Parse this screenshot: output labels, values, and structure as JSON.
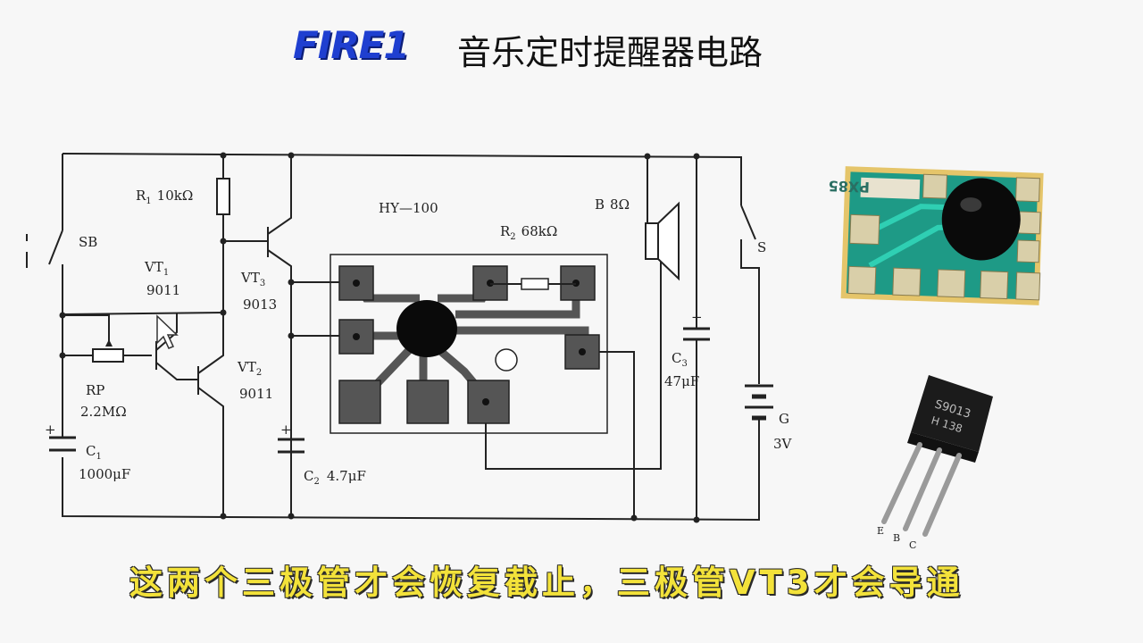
{
  "header": {
    "brand": "FIRE1",
    "title": "音乐定时提醒器电路"
  },
  "circuit": {
    "module": "HY—100",
    "sb": "SB",
    "s": "S",
    "r1": {
      "name": "R",
      "sub": "1",
      "value": "10kΩ"
    },
    "r2": {
      "name": "R",
      "sub": "2",
      "value": "68kΩ"
    },
    "vt1": {
      "name": "VT",
      "sub": "1",
      "model": "9011"
    },
    "vt2": {
      "name": "VT",
      "sub": "2",
      "model": "9011"
    },
    "vt3": {
      "name": "VT",
      "sub": "3",
      "model": "9013"
    },
    "rp": {
      "name": "RP",
      "value": "2.2MΩ"
    },
    "c1": {
      "name": "C",
      "sub": "1",
      "value": "1000μF"
    },
    "c2": {
      "name": "C",
      "sub": "2",
      "value": "4.7μF"
    },
    "c3": {
      "name": "C",
      "sub": "3",
      "value": "47μF"
    },
    "speaker": {
      "name": "B",
      "value": "8Ω"
    },
    "battery": {
      "name": "G",
      "value": "3V"
    }
  },
  "photos": {
    "module_marking": "PX85",
    "transistor_marking_1": "S9013",
    "transistor_marking_2": "H 138",
    "pin_e": "E",
    "pin_b": "B",
    "pin_c": "C"
  },
  "caption": "这两个三极管才会恢复截止，三极管VT3才会导通"
}
